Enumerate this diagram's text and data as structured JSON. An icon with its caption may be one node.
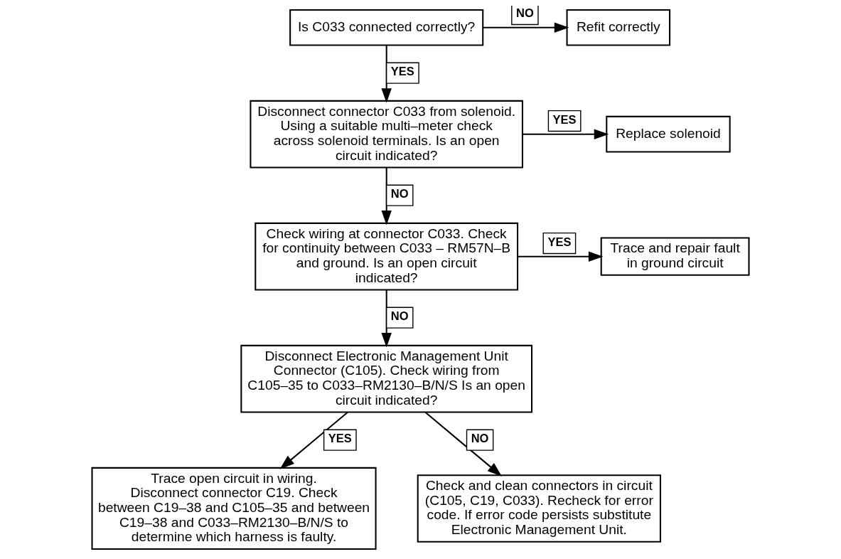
{
  "diagram": {
    "nodes": [
      {
        "text": [
          "Is C033 connected correctly?"
        ]
      },
      {
        "text": [
          "Refit correctly"
        ]
      },
      {
        "text": [
          "Disconnect connector C033 from solenoid. Using a suitable multi–meter check across solenoid terminals. Is an open circuit indicated?"
        ]
      },
      {
        "text": [
          "Replace solenoid"
        ]
      },
      {
        "text": [
          "Check wiring at connector C033. Check for continuity between C033 – RM57N–B and ground. Is an open circuit indicated?"
        ]
      },
      {
        "text": [
          "Trace and repair fault in ground circuit"
        ]
      },
      {
        "text": [
          "Disconnect Electronic Management Unit Connector (C105). Check wiring from C105–35 to C033–RM2130–B/N/S Is an open circuit indicated?"
        ]
      },
      {
        "text": [
          "Trace open circuit in wiring. Disconnect connector C19. Check between C19–38 and C105–35 and between C19–38 and C033–RM2130–B/N/S to determine which harness is faulty."
        ]
      },
      {
        "text": [
          "Check and clean connectors in circuit (C105, C19, C033). Recheck for error code. If error code persists substitute Electronic Management Unit."
        ]
      }
    ],
    "edges": [
      {
        "from": 0,
        "to": 1,
        "arrow": "to",
        "label": "NO"
      },
      {
        "from": 0,
        "to": 2,
        "arrow": "to",
        "label": "YES"
      },
      {
        "from": 2,
        "to": 3,
        "arrow": "to",
        "label": "YES"
      },
      {
        "from": 2,
        "to": 4,
        "arrow": "to",
        "label": "NO"
      },
      {
        "from": 4,
        "to": 5,
        "arrow": "to",
        "label": "YES"
      },
      {
        "from": 4,
        "to": 6,
        "arrow": "to",
        "label": "NO"
      },
      {
        "from": 6,
        "to": 7,
        "arrow": "to",
        "label": "YES"
      },
      {
        "from": 6,
        "to": 8,
        "arrow": "to",
        "label": "NO"
      }
    ]
  }
}
